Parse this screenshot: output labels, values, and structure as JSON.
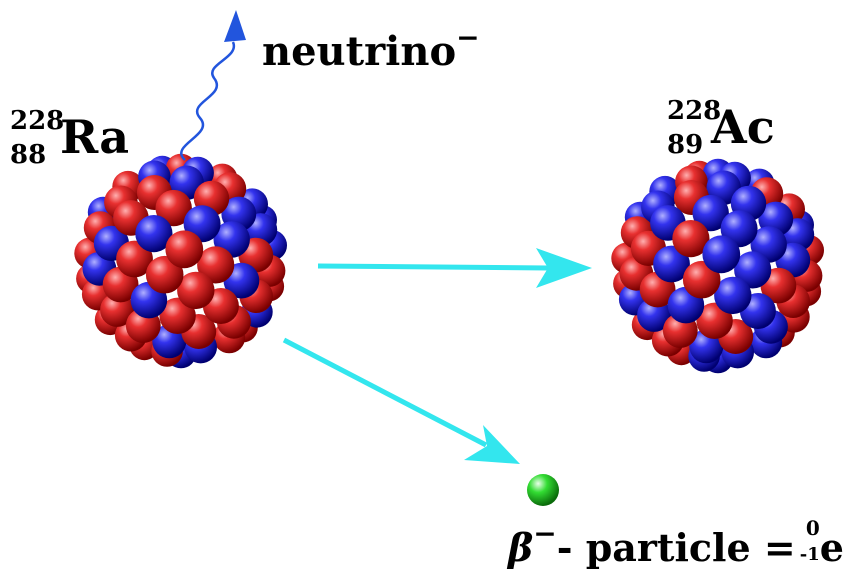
{
  "neutrino": {
    "text": "neutrino",
    "sup": "−"
  },
  "parent": {
    "mass": "228",
    "atomic": "88",
    "symbol": "Ra"
  },
  "daughter": {
    "mass": "228",
    "atomic": "89",
    "symbol": "Ac"
  },
  "beta": {
    "symbol": "β",
    "sup": "−",
    "text": "- particle =",
    "mass": "0",
    "atomic": "-1",
    "element": "e"
  },
  "colors": {
    "proton": "#e02020",
    "neutron": "#2a2ae0",
    "arrow": "#33e6ee",
    "neutrino_arrow": "#2255dd",
    "electron": "#22cc22"
  },
  "icons": [
    "nucleus-sphere",
    "wavy-arrow",
    "straight-arrow",
    "electron-sphere"
  ]
}
